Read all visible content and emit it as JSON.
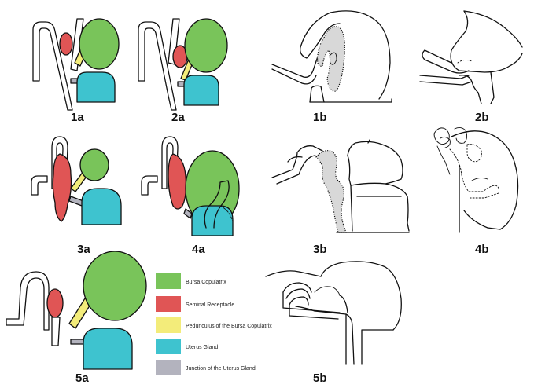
{
  "colors": {
    "bursa": "#79c45a",
    "receptacle": "#e05555",
    "pedunculus": "#f3ec7a",
    "uterus": "#3ec3cf",
    "junction": "#b3b3be"
  },
  "panels": {
    "p1a": "1a",
    "p2a": "2a",
    "p3a": "3a",
    "p4a": "4a",
    "p5a": "5a",
    "p1b": "1b",
    "p2b": "2b",
    "p3b": "3b",
    "p4b": "4b",
    "p5b": "5b"
  },
  "legend": [
    {
      "label": "Bursa Copulatrix",
      "color": "#79c45a"
    },
    {
      "label": "Seminal Receptacle",
      "color": "#e05555"
    },
    {
      "label": "Pedunculus of the Bursa Copulatrix",
      "color": "#f3ec7a"
    },
    {
      "label": "Uterus Gland",
      "color": "#3ec3cf"
    },
    {
      "label": "Junction of the Uterus Gland",
      "color": "#b3b3be"
    }
  ]
}
